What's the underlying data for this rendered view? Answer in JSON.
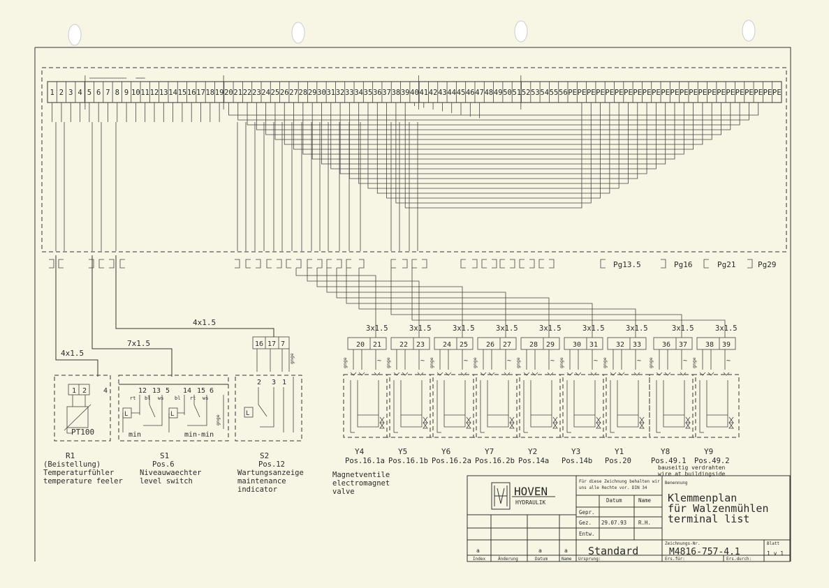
{
  "terminal_strip": {
    "labels": [
      "1",
      "2",
      "3",
      "4",
      "5",
      "6",
      "7",
      "8",
      "9",
      "10",
      "11",
      "12",
      "13",
      "14",
      "15",
      "16",
      "17",
      "18",
      "19",
      "20",
      "21",
      "22",
      "23",
      "24",
      "25",
      "26",
      "27",
      "28",
      "29",
      "30",
      "31",
      "32",
      "33",
      "34",
      "35",
      "36",
      "37",
      "38",
      "39",
      "40",
      "41",
      "42",
      "43",
      "44",
      "45",
      "46",
      "47",
      "48",
      "49",
      "50",
      "51",
      "52",
      "53",
      "54",
      "55",
      "56",
      "PE",
      "PE",
      "PE",
      "PE",
      "PE",
      "PE",
      "PE",
      "PE",
      "PE",
      "PE",
      "PE",
      "PE",
      "PE",
      "PE",
      "PE",
      "PE",
      "PE",
      "PE",
      "PE",
      "PE",
      "PE",
      "PE",
      "PE"
    ]
  },
  "glands": {
    "pg13": "Pg13.5",
    "pg16": "Pg16",
    "pg21": "Pg21",
    "pg29": "Pg29"
  },
  "cables": {
    "r1": "4x1.5",
    "s1": "7x1.5",
    "s2": "4x1.5",
    "valve": "3x1.5"
  },
  "r1": {
    "pins": [
      "1",
      "2",
      "4"
    ],
    "sensor": "PT100",
    "ref": "R1",
    "lines": [
      "(Beistellung)",
      "Temperaturfühler",
      "temperature feeler"
    ]
  },
  "s1": {
    "pins": [
      "12",
      "13",
      "5",
      "14",
      "15",
      "6"
    ],
    "contact_labels": [
      "rt",
      "bl",
      "ws",
      "bl",
      "rt",
      "ws"
    ],
    "min": "min",
    "min_min": "min-min",
    "ref": "S1",
    "lines": [
      "Pos.6",
      "Niveauwaechter",
      "level switch"
    ]
  },
  "s2": {
    "pins": [
      "16",
      "17",
      "7"
    ],
    "inner_pins": [
      "2",
      "3",
      "1"
    ],
    "wire_label": "gnge",
    "ref": "S2",
    "lines": [
      "Pos.12",
      "Wartungsanzeige",
      "maintenance",
      "indicator"
    ]
  },
  "valves": {
    "wire_label": "gnge",
    "items": [
      {
        "a": "20",
        "b": "21",
        "ref": "Y4",
        "pos": "Pos.16.1a"
      },
      {
        "a": "22",
        "b": "23",
        "ref": "Y5",
        "pos": "Pos.16.1b"
      },
      {
        "a": "24",
        "b": "25",
        "ref": "Y6",
        "pos": "Pos.16.2a"
      },
      {
        "a": "26",
        "b": "27",
        "ref": "Y7",
        "pos": "Pos.16.2b"
      },
      {
        "a": "28",
        "b": "29",
        "ref": "Y2",
        "pos": "Pos.14a"
      },
      {
        "a": "30",
        "b": "31",
        "ref": "Y3",
        "pos": "Pos.14b"
      },
      {
        "a": "32",
        "b": "33",
        "ref": "Y1",
        "pos": "Pos.20"
      },
      {
        "a": "36",
        "b": "37",
        "ref": "Y8",
        "pos": "Pos.49.1"
      },
      {
        "a": "38",
        "b": "39",
        "ref": "Y9",
        "pos": "Pos.49.2"
      }
    ],
    "caption": [
      "Magnetventile",
      "electromagnet",
      "valve"
    ],
    "note": [
      "bauseitig verdrahten",
      "wire at buildingside"
    ]
  },
  "title_block": {
    "logo_name": "HOVEN",
    "logo_sub": "HYDRAULIK",
    "rights": [
      "Für diese Zeichnung behalten wir",
      "uns alle Rechte vor.    DIN 34"
    ],
    "col_datum": "Datum",
    "col_name": "Name",
    "row_gepr": "Gepr.",
    "row_gez": "Gez.",
    "row_entw": "Entw.",
    "gez_date": "29.07.93",
    "gez_name": "R.H.",
    "benennung_label": "Benennung",
    "title_lines": [
      "Klemmenplan",
      "für Walzenmühlen",
      "terminal list"
    ],
    "standard": "Standard",
    "zeichnung_label": "Zeichnungs-Nr.",
    "drawing_no": "M4816-757-4.1",
    "blatt_label": "Blatt",
    "blatt": "1 v 1",
    "index": "Index",
    "aenderung": "Änderung",
    "datum": "Datum",
    "name": "Name",
    "ursprung": "Ursprung:",
    "ers_fuer": "Ers.für:",
    "ers_durch": "Ers.durch:",
    "marks": [
      "a",
      "a",
      "a"
    ]
  }
}
